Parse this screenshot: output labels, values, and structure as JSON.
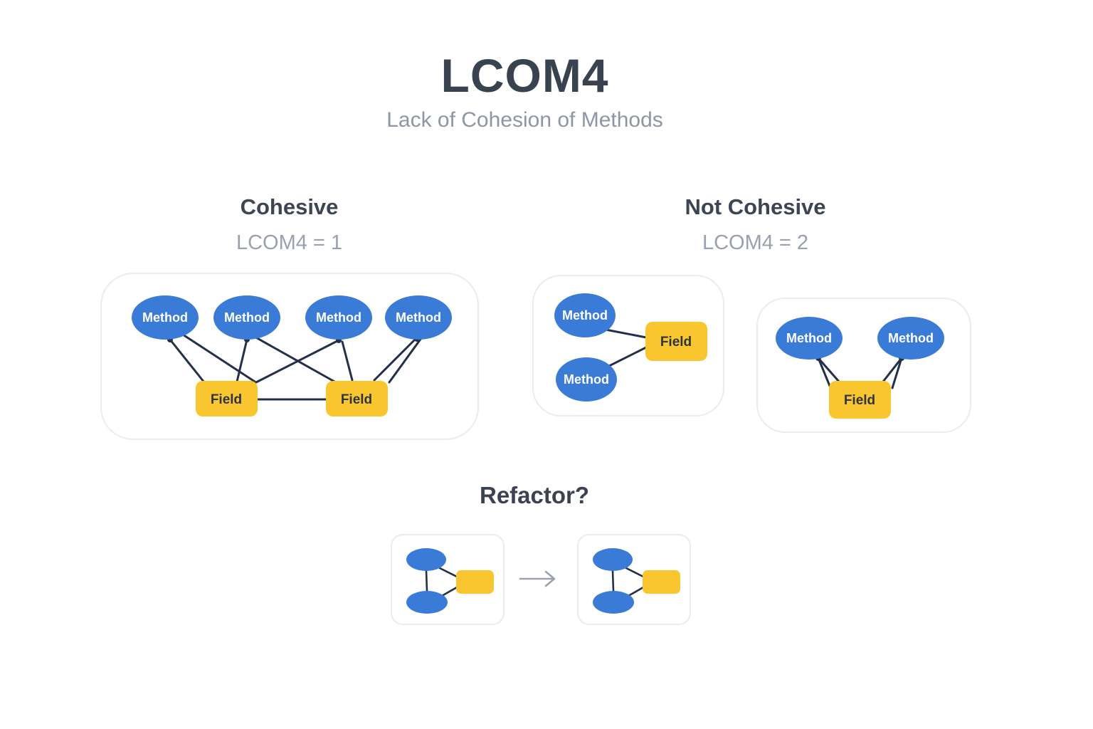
{
  "page": {
    "title": "LCOM4",
    "subtitle": "Lack of Cohesion of Methods"
  },
  "sections": {
    "cohesive": {
      "heading": "Cohesive",
      "metric": "LCOM4 = 1"
    },
    "not_cohesive": {
      "heading": "Not Cohesive",
      "metric": "LCOM4 = 2"
    },
    "refactor": {
      "heading": "Refactor?"
    }
  },
  "labels": {
    "method": "Method",
    "field": "Field"
  },
  "colors": {
    "background": "#ffffff",
    "method_node": "#3b7bd8",
    "field_node": "#f9c62f",
    "edge": "#233049",
    "heading_text": "#3b4553",
    "muted_text": "#8d96a4",
    "title_text": "#39424f",
    "panel_border": "#e9ebee",
    "arrow": "#99a1b0"
  },
  "icons": {
    "refactor_arrow": "right-arrow"
  },
  "diagrams": {
    "cohesive_class": {
      "method_count": 4,
      "field_count": 2,
      "method_field_edges": 8,
      "field_field_edges": 1,
      "lcom4": 1
    },
    "not_cohesive_class_a": {
      "method_count": 2,
      "field_count": 1,
      "method_field_edges": 2
    },
    "not_cohesive_class_b": {
      "method_count": 2,
      "field_count": 1,
      "method_field_edges": 4
    },
    "not_cohesive_lcom4": 2,
    "refactor_before": {
      "method_count": 2,
      "field_count": 1,
      "edges": 3
    },
    "refactor_after": {
      "method_count": 2,
      "field_count": 1,
      "edges": 3
    }
  }
}
